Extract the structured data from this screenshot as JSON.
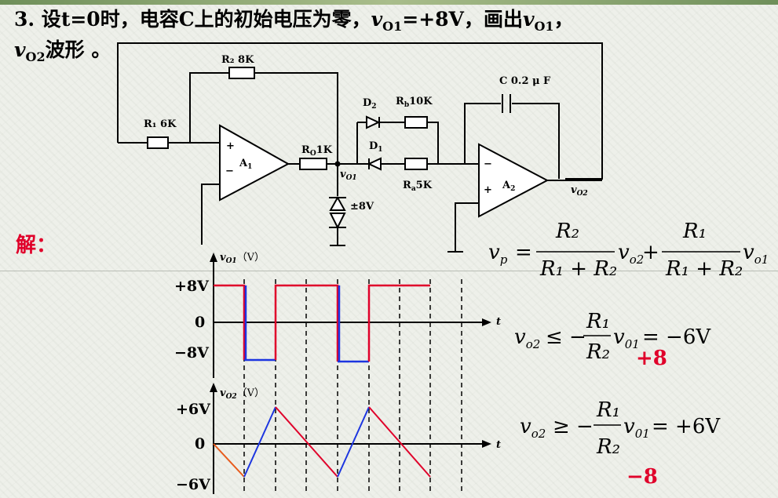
{
  "question": {
    "line1_prefix": "3. 设",
    "t0": "t=0",
    "line1_mid": "时，电容",
    "cap": "C",
    "line1_mid2": "上的初始电压为零，",
    "vo1": "v",
    "vo1_sub": "O1",
    "vo1_eq": "=+8V",
    "line1_tail": "，画出",
    "vo1b": "v",
    "vo1b_sub": "O1",
    "comma": "，",
    "vo2": "v",
    "vo2_sub": "O2",
    "line2_tail": "波形 。"
  },
  "solution_label": "解：",
  "circuit": {
    "r2": "R₂ 8K",
    "r1": "R₁ 6K",
    "ro": "R",
    "ro_sub": "O",
    "ro_val": "1K",
    "a1": "A",
    "a1_sub": "1",
    "plus": "+",
    "minus": "−",
    "vo1": "v",
    "vo1_sub": "O1",
    "zener": "±8V",
    "d2": "D",
    "d2_sub": "2",
    "rb": "R",
    "rb_sub": "b",
    "rb_val": "10K",
    "d1": "D",
    "d1_sub": "1",
    "ra": "R",
    "ra_sub": "a",
    "ra_val": "5K",
    "cap": "C  0.2 μ F",
    "a2": "A",
    "a2_sub": "2",
    "vo2": "v",
    "vo2_sub": "O2"
  },
  "equations": {
    "vp": "v",
    "vp_sub": "p",
    "r2": "R₂",
    "r1r2": "R₁ + R₂",
    "vo2": "v",
    "vo2_sub": "o2",
    "r1": "R₁",
    "vo1": "v",
    "vo1_sub": "o1",
    "ineq1_lhs": "v",
    "ineq1_sub": "o2",
    "ineq1_op": "≤ −",
    "ineq1_num": "R₁",
    "ineq1_den": "R₂",
    "ineq1_v": "v",
    "ineq1_vsub": "01",
    "ineq1_rhs": "= −6V",
    "ineq1_red": "+8",
    "ineq2_lhs": "v",
    "ineq2_sub": "o2",
    "ineq2_op": "≥ −",
    "ineq2_num": "R₁",
    "ineq2_den": "R₂",
    "ineq2_v": "v",
    "ineq2_vsub": "01",
    "ineq2_rhs": "= +6V",
    "ineq2_red": "−8"
  },
  "waveform_top": {
    "ylabel": "v",
    "ylabel_sub": "O1",
    "ylabel_unit": "（V）",
    "tick_plus": "+8V",
    "tick_zero": "0",
    "tick_minus": "−8V",
    "xlabel": "t"
  },
  "waveform_bottom": {
    "ylabel": "v",
    "ylabel_sub": "O2",
    "ylabel_unit": "（V）",
    "tick_plus": "+6V",
    "tick_zero": "0",
    "tick_minus": "−6V",
    "xlabel": "t"
  },
  "colors": {
    "red": "#e0002a",
    "blue": "#1c35e0",
    "orange": "#e85a1a",
    "black": "#000000"
  }
}
